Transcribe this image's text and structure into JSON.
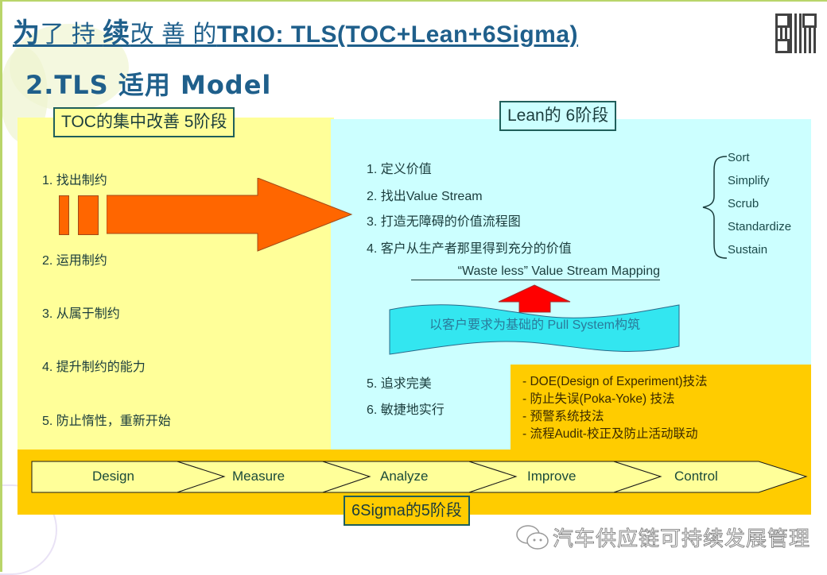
{
  "header": {
    "title_prefix_big": "为",
    "title_zh_1": "了 持 ",
    "title_big_2": "续",
    "title_zh_2": "改 善 的",
    "title_en": "TRIO: TLS(TOC+Lean+6Sigma)",
    "subtitle": "2.TLS 适用 Model",
    "qr_icon": "qr-code-icon"
  },
  "toc": {
    "label": "TOC的集中改善 5阶段",
    "steps": [
      "1. 找出制约",
      "2. 运用制约",
      "3. 从属于制约",
      "4. 提升制约的能力",
      "5. 防止惰性，重新开始"
    ],
    "arrow_color": "#ff6600",
    "panel_color": "#ffff99"
  },
  "lean": {
    "label": "Lean的 6阶段",
    "steps": [
      "1. 定义价值",
      "2. 找出Value Stream",
      "3. 打造无障碍的价值流程图",
      "4. 客户从生产者那里得到充分的价值",
      "5. 追求完美",
      "6. 敏捷地实行"
    ],
    "five_s": [
      "Sort",
      "Simplify",
      "Scrub",
      "Standardize",
      "Sustain"
    ],
    "vsm_caption": "“Waste less”  Value Stream Mapping",
    "pull_banner": "以客户要求为基础的 Pull System构筑",
    "panel_color": "#ccffff",
    "banner_color": "#33e6f0",
    "up_arrow_color": "#ff0000"
  },
  "tools": {
    "items": [
      "- DOE(Design of Experiment)技法",
      "- 防止失误(Poka-Yoke) 技法",
      "- 预警系统技法",
      "- 流程Audit-校正及防止活动联动"
    ],
    "panel_color": "#ffcc00"
  },
  "sigma": {
    "label": "6Sigma的5阶段",
    "phases": [
      "Design",
      "Measure",
      "Analyze",
      "Improve",
      "Control"
    ],
    "panel_color": "#ffcc00",
    "chevron_color": "#ffff99"
  },
  "footer": {
    "watermark": "汽车供应链可持续发展管理",
    "icon": "wechat-icon"
  }
}
